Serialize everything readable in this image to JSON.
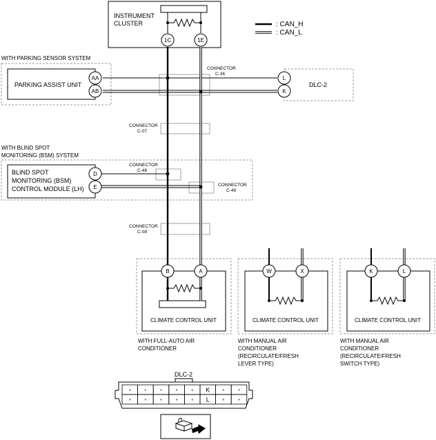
{
  "instrument_cluster": {
    "label_line1": "INSTRUMENT",
    "label_line2": "CLUSTER",
    "pin_h": "1C",
    "pin_l": "1E"
  },
  "legend": {
    "can_h": ": CAN_H",
    "can_l": ": CAN_L"
  },
  "parking_sensor": {
    "group_label": "WITH PARKING SENSOR SYSTEM",
    "unit_label": "PARKING ASSIST UNIT",
    "pin_h": "AA",
    "pin_l": "AB"
  },
  "connector_c36": {
    "line1": "CONNECTOR",
    "line2": "C-36"
  },
  "dlc2_unit": {
    "label": "DLC-2",
    "pin_h": "L",
    "pin_l": "K"
  },
  "connector_c07": {
    "line1": "CONNECTOR",
    "line2": "C-07"
  },
  "bsm": {
    "group_line1": "WITH BLIND SPOT",
    "group_line2": "MONITORING (BSM) SYSTEM",
    "unit_line1": "BLIND SPOT",
    "unit_line2": "MONITORING (BSM)",
    "unit_line3": "CONTROL MODULE (LH)",
    "pin_h": "D",
    "pin_l": "E"
  },
  "connector_c48": {
    "line1": "CONNECTOR",
    "line2": "C-48"
  },
  "connector_c49": {
    "line1": "CONNECTOR",
    "line2": "C-49"
  },
  "connector_c08": {
    "line1": "CONNECTOR",
    "line2": "C-08"
  },
  "climate_units": [
    {
      "label": "CLIMATE CONTROL UNIT",
      "pin_h": "B",
      "pin_l": "A",
      "note": [
        "WITH FULL-AUTO AIR",
        "CONDITIONER"
      ]
    },
    {
      "label": "CLIMATE CONTROL UNIT",
      "pin_h": "W",
      "pin_l": "X",
      "note": [
        "WITH MANUAL AIR",
        "CONDITIONER",
        "(RECIRCULATE/FRESH",
        "LEVER TYPE)"
      ]
    },
    {
      "label": "CLIMATE CONTROL UNIT",
      "pin_h": "K",
      "pin_l": "L",
      "note": [
        "WITH MANUAL AIR",
        "CONDITIONER",
        "(RECIRCULATE/FRESH",
        "SWITCH TYPE)"
      ]
    }
  ],
  "dlc2_connector": {
    "title": "DLC-2",
    "row1": [
      "*",
      "*",
      "*",
      "*",
      "*",
      "K",
      "*",
      "*"
    ],
    "row2": [
      "*",
      "*",
      "*",
      "*",
      "*",
      "L",
      "*",
      "*"
    ]
  },
  "icons": {
    "connector_view": "connector-view-icon"
  }
}
